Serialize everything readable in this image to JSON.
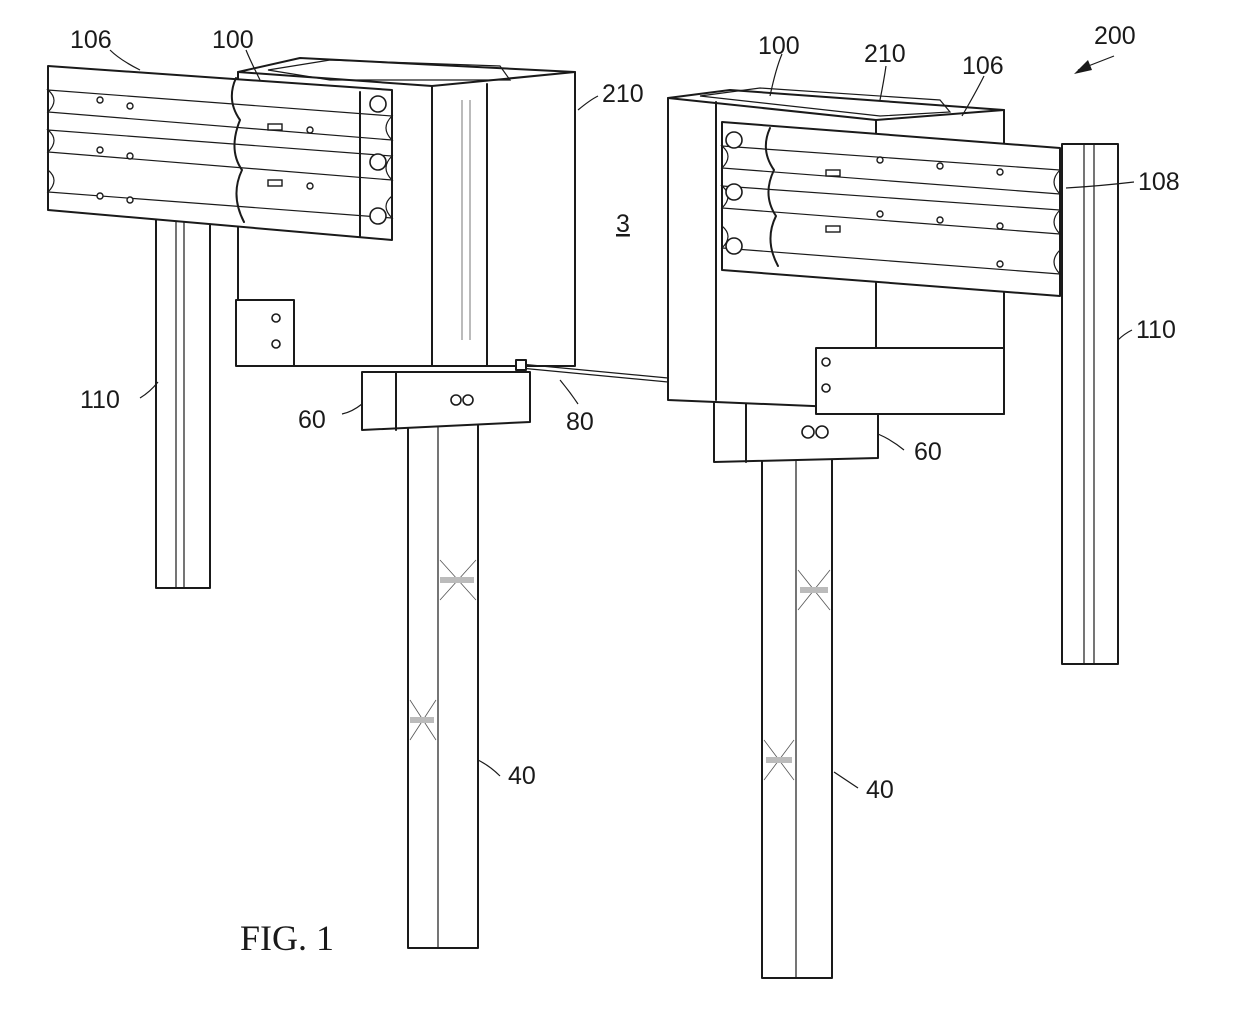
{
  "figure": {
    "caption": "FIG. 1",
    "labels": {
      "assembly": "200",
      "section": "3",
      "rail_left": "106",
      "rail_right": "106",
      "head_left": "100",
      "head_right": "100",
      "box_left": "210",
      "box_right": "210",
      "rail_end": "108",
      "rail_post_left": "110",
      "rail_post_right": "110",
      "bracket_left": "60",
      "bracket_right": "60",
      "cable": "80",
      "post_left": "40",
      "post_right": "40"
    }
  }
}
